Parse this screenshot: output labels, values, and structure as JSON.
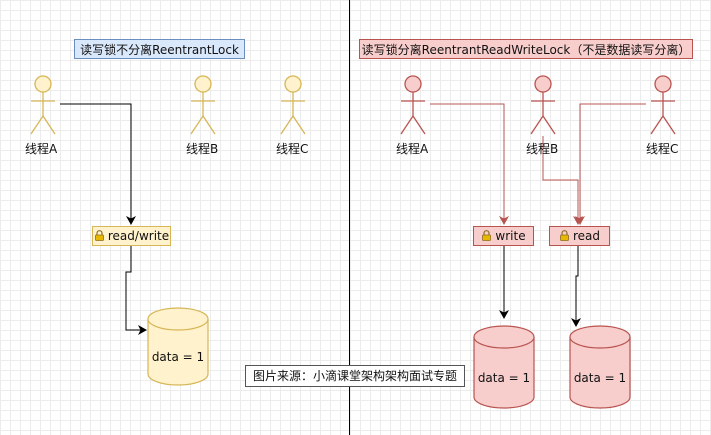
{
  "left_panel": {
    "title": "读写锁不分离ReentrantLock",
    "threads": [
      "线程A",
      "线程B",
      "线程C"
    ],
    "lock_label": "read/write",
    "db_label": "data = 1"
  },
  "right_panel": {
    "title": "读写锁分离ReentrantReadWriteLock（不是数据读写分离）",
    "threads": [
      "线程A",
      "线程B",
      "线程C"
    ],
    "write_lock_label": "write",
    "read_lock_label": "read",
    "db_labels": [
      "data = 1",
      "data = 1"
    ]
  },
  "caption": "图片来源：小滴课堂架构架构面试专题",
  "colors": {
    "yellow_fill": "#fff2cc",
    "yellow_stroke": "#d6b656",
    "red_fill": "#f8cecc",
    "red_stroke": "#b85450",
    "blue_fill": "#dae8fc",
    "blue_stroke": "#6c8ebf"
  },
  "icons": [
    "stick-figure-icon",
    "lock-icon",
    "database-cylinder-icon"
  ]
}
